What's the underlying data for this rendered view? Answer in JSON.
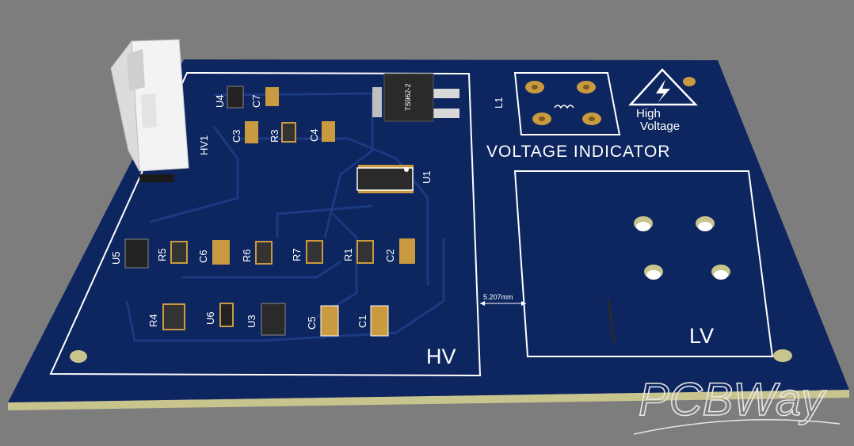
{
  "board": {
    "title": "VOLTAGE INDICATOR",
    "hv_zone_label": "HV",
    "lv_zone_label": "LV",
    "warning_line_1": "High",
    "warning_line_2": "Voltage",
    "clearance_dimension": "5.207mm",
    "regulator_marking": "TS962-2",
    "colors": {
      "background": "#7d7d7d",
      "board": "#0e2660",
      "board_edge": "#c8c48e",
      "silkscreen": "#ffffff",
      "pad_gold": "#c99a3f"
    }
  },
  "designators": {
    "hv1": "HV1",
    "u4": "U4",
    "c7": "C7",
    "c3": "C3",
    "r3": "R3",
    "c4": "C4",
    "u1": "U1",
    "l1": "L1",
    "u5": "U5",
    "r5": "R5",
    "c6": "C6",
    "r6": "R6",
    "r7": "R7",
    "r1": "R1",
    "c2": "C2",
    "r4": "R4",
    "u6": "U6",
    "u3": "U3",
    "c5": "C5",
    "c1": "C1"
  },
  "watermark": {
    "text": "PCBWay"
  }
}
